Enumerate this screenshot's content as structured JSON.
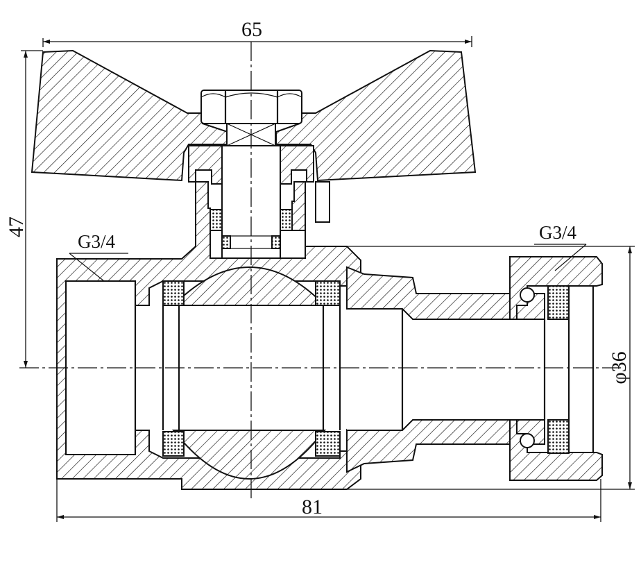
{
  "dimensions": {
    "top_width": "65",
    "height": "47",
    "bottom_length": "81",
    "diameter": "φ36"
  },
  "threads": {
    "left": "G3/4",
    "right": "G3/4"
  }
}
